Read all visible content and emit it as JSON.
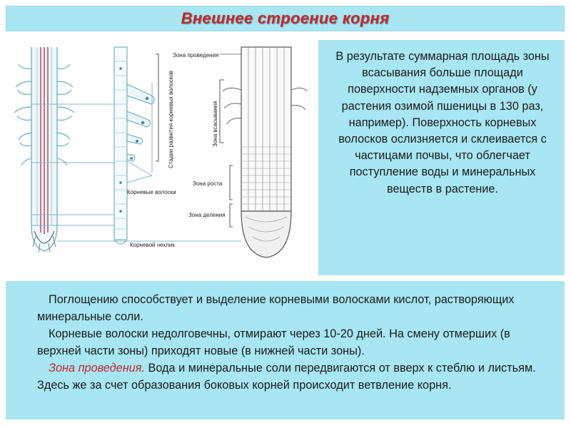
{
  "title": "Внешнее строение корня",
  "figure": {
    "labels": {
      "conduction_zone": "Зона проведения",
      "absorption_zone": "Зона всасывания",
      "growth_zone": "Зона роста",
      "division_zone": "Зона деления",
      "root_hair_stages": "Стадии развития корневых волосков",
      "root_hairs": "Корневые волоски",
      "root_cap": "Корневой чехлик"
    }
  },
  "right_text": "В результате суммарная площадь зоны всасывания больше площади поверхности надземных органов (у растения озимой пшеницы в 130 раз, например). Поверхность корневых волосков ослизняется и склеивается с частицами почвы, что облегчает поступление воды и минеральных веществ в растение.",
  "bottom_text": {
    "p1": "Поглощению способствует и выделение корневыми волосками кислот, растворяющих минеральные соли.",
    "p2": "Корневые волоски недолговечны, отмирают через 10-20 дней. На смену отмерших (в верхней части зоны) приходят новые (в нижней части зоны).",
    "p3_highlight": "Зона проведения.",
    "p3_rest": " Вода и минеральные соли передвигаются от вверх к стеблю и листьям. Здесь же за счет образования боковых корней происходит ветвление корня."
  },
  "colors": {
    "panel_bg": "#a7e6f2",
    "title_color": "#c2272d",
    "highlight": "#c2272d"
  }
}
